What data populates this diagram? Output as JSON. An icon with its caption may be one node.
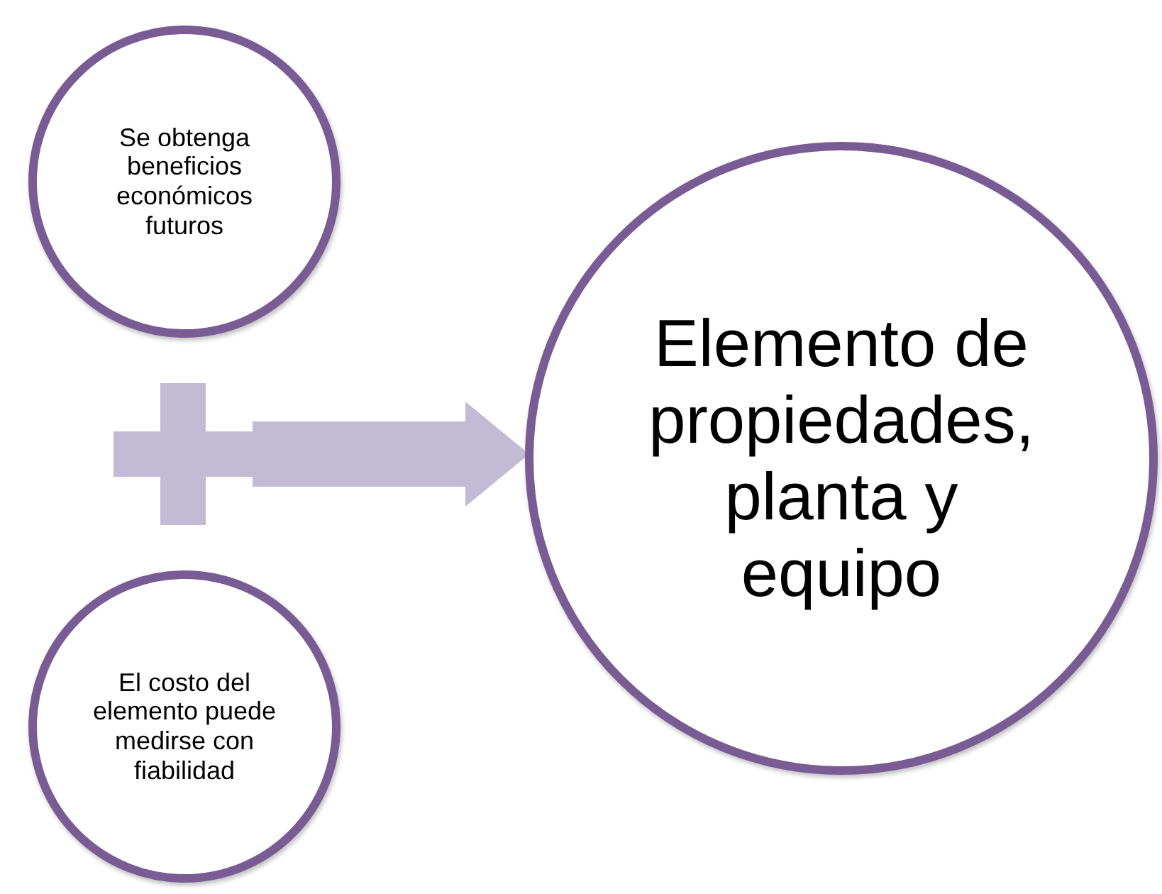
{
  "diagram": {
    "nodes": [
      {
        "text": [
          "Se obtenga beneficios económicos futuros"
        ]
      },
      {
        "text": [],
        "shape": "plus"
      },
      {
        "text": [
          "El costo del elemento puede medirse con fiabilidad"
        ]
      },
      {
        "text": [
          "Elemento de propiedades, planta y equipo"
        ]
      }
    ],
    "edges": [
      {
        "from": 1,
        "to": 3,
        "arrow": "to"
      }
    ]
  }
}
